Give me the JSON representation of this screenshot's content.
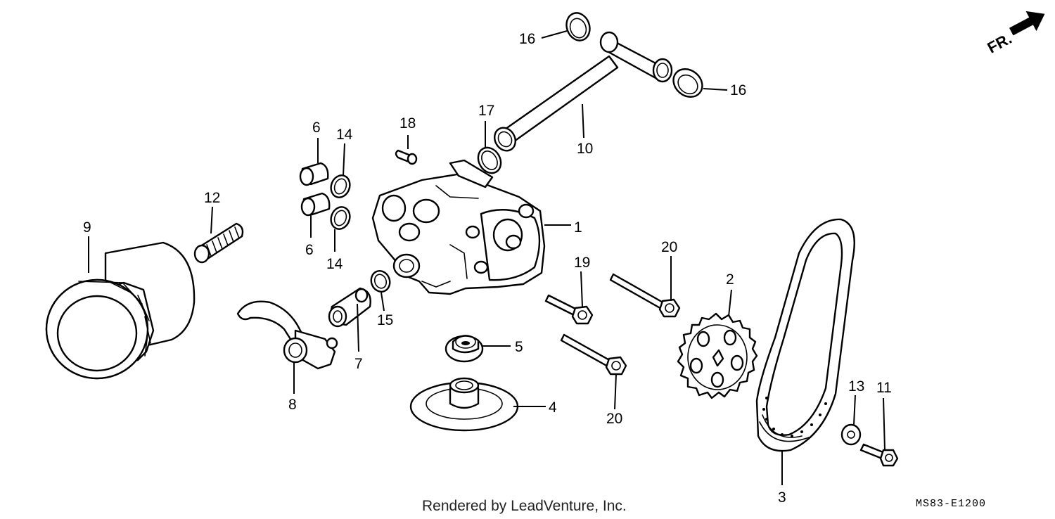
{
  "diagram": {
    "labels": {
      "oil_pump": "1",
      "sprocket": "2",
      "chain": "3",
      "strainer_plate": "4",
      "seal_cap": "5",
      "collar_upper": "6",
      "collar_lower": "6",
      "joint_pipe": "7",
      "strainer": "8",
      "oil_filter": "9",
      "oil_pipe": "10",
      "bolt_11": "11",
      "stud_12": "12",
      "washer_13": "13",
      "oring_14_upper": "14",
      "oring_14_lower": "14",
      "oring_15": "15",
      "ring_16_top": "16",
      "ring_16_right": "16",
      "oring_17": "17",
      "dowel_18": "18",
      "bolt_19": "19",
      "bolt_20_upper": "20",
      "bolt_20_lower": "20"
    },
    "diagram_code": "MS83-E1200",
    "direction_label": "FR.",
    "credit": "Rendered by LeadVenture, Inc."
  },
  "colors": {
    "line": "#000000",
    "background": "#ffffff"
  }
}
